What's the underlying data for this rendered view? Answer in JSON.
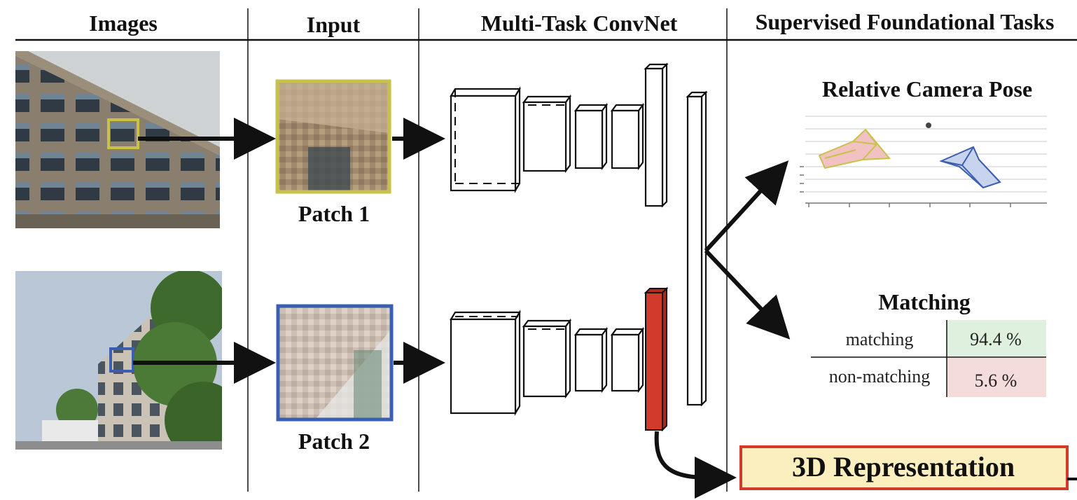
{
  "headers": {
    "images": "Images",
    "input": "Input",
    "convnet": "Multi-Task ConvNet",
    "tasks": "Supervised Foundational Tasks"
  },
  "patches": {
    "patch1_label": "Patch 1",
    "patch2_label": "Patch 2",
    "patch1_color": "#c8c24a",
    "patch2_color": "#3a5fb0"
  },
  "pose": {
    "title": "Relative Camera Pose",
    "camera1_color": "#c8c24a",
    "camera1_fill": "#f2c2c2",
    "camera2_color": "#3a5fb0",
    "camera2_fill": "#c8d4ee"
  },
  "matching": {
    "title": "Matching",
    "rows": [
      {
        "label": "matching",
        "value": "94.4 %",
        "color": "#dff0de"
      },
      {
        "label": "non-matching",
        "value": "5.6 %",
        "color": "#f4dcdc"
      }
    ]
  },
  "representation": {
    "label": "3D Representation",
    "fill": "#fbefc0",
    "border": "#d23a2c"
  },
  "highlight_layer_color": "#d23a2c"
}
